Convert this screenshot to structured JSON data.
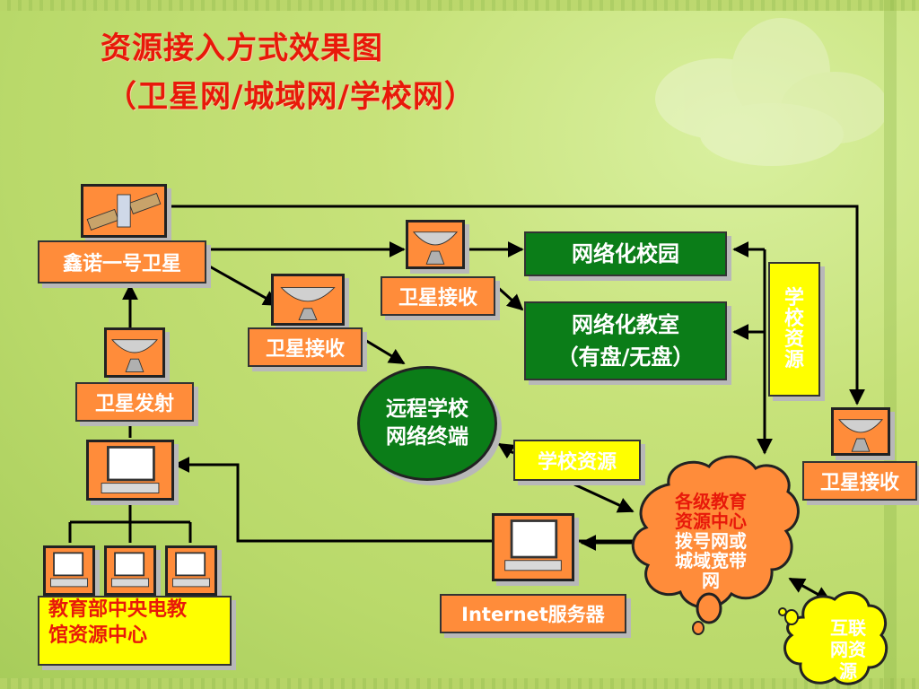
{
  "title": {
    "line1": "资源接入方式效果图",
    "line2": "（卫星网/城域网/学校网）"
  },
  "nodes": {
    "satellite": "鑫诺一号卫星",
    "receive_1": "卫星接收",
    "receive_2": "卫星接收",
    "receive_3": "卫星接收",
    "transmit": "卫星发射",
    "campus": "网络化校园",
    "classroom_line1": "网络化教室",
    "classroom_line2": "（有盘/无盘）",
    "remote_line1": "远程学校",
    "remote_line2": "网络终端",
    "school_resources_h": "学校资源",
    "school_resources_v": [
      "学",
      "校",
      "资",
      "源"
    ],
    "center_line1": "教育部中央电教",
    "center_line2": "馆资源中心",
    "internet_server": "Internet服务器",
    "cloud_line1": "各级教育",
    "cloud_line2": "资源中心",
    "cloud_line3": "拨号网或",
    "cloud_line4": "城域宽带",
    "cloud_line5": "网",
    "internet_line1": "互联",
    "internet_line2": "网资",
    "internet_line3": "源"
  },
  "colors": {
    "title": "#e8190a",
    "box_orange": "#ff8c3a",
    "box_green": "#0b7d18",
    "box_yellow": "#ffff00"
  },
  "icons": [
    "satellite-icon",
    "dish-icon",
    "computer-icon",
    "cloud-icon"
  ]
}
